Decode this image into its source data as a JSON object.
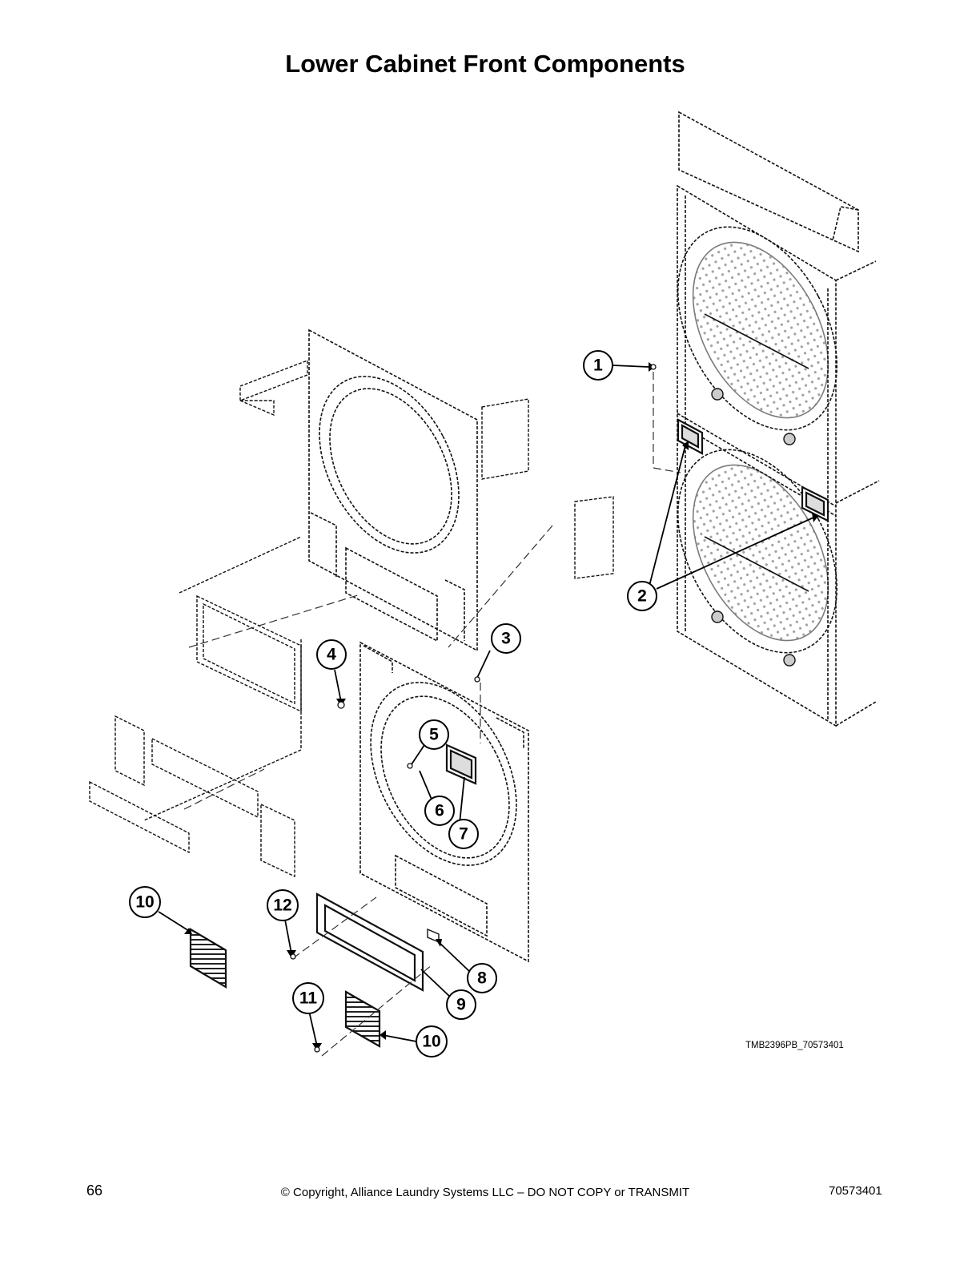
{
  "page": {
    "title": "Lower Cabinet Front Components",
    "page_number": "66",
    "copyright": "© Copyright, Alliance Laundry Systems LLC – DO NOT COPY or TRANSMIT",
    "doc_number": "70573401",
    "drawing_ref": "TMB2396PB_70573401"
  },
  "callouts": [
    "1",
    "2",
    "3",
    "4",
    "5",
    "6",
    "7",
    "8",
    "9",
    "10",
    "10",
    "11",
    "12"
  ]
}
